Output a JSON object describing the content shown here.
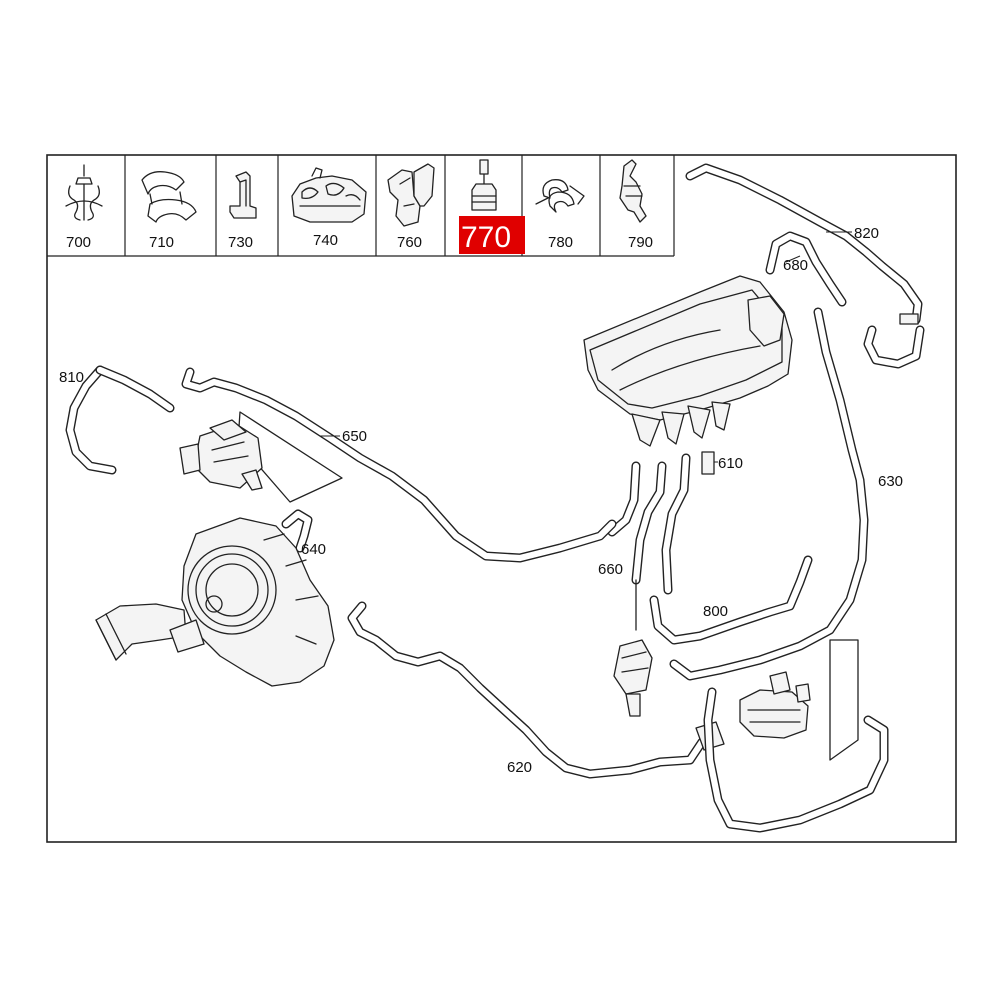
{
  "header_parts": [
    {
      "id": "700",
      "label": "700",
      "icon": "clip-icon"
    },
    {
      "id": "710",
      "label": "710",
      "icon": "double-clamp-icon"
    },
    {
      "id": "730",
      "label": "730",
      "icon": "bracket-icon"
    },
    {
      "id": "740",
      "label": "740",
      "icon": "multi-clip-holder-icon"
    },
    {
      "id": "760",
      "label": "760",
      "icon": "holder-clip-icon"
    },
    {
      "id": "770",
      "label": "770",
      "icon": "plug-icon",
      "highlighted": true
    },
    {
      "id": "780",
      "label": "780",
      "icon": "hose-clamp-icon"
    },
    {
      "id": "790",
      "label": "790",
      "icon": "check-valve-icon"
    }
  ],
  "callouts": {
    "c820": "820",
    "c680": "680",
    "c810": "810",
    "c650": "650",
    "c610": "610",
    "c630": "630",
    "c640": "640",
    "c660": "660",
    "c800": "800",
    "c620": "620"
  },
  "colors": {
    "highlight": "#e00000",
    "line": "#222222",
    "background": "#ffffff"
  }
}
